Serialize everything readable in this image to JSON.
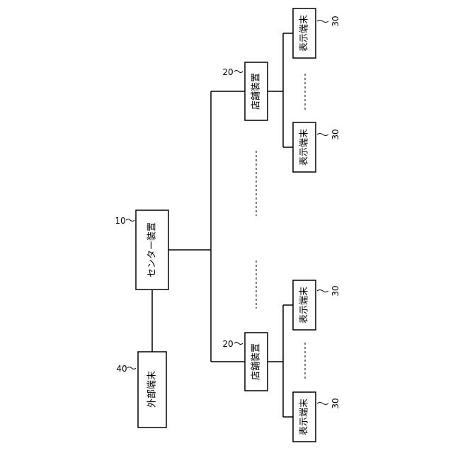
{
  "center": {
    "label": "センター装置",
    "ref": "10"
  },
  "external": {
    "label": "外部端末",
    "ref": "40"
  },
  "stores": [
    {
      "label": "店舗装置",
      "ref": "20"
    },
    {
      "label": "店舗装置",
      "ref": "20"
    }
  ],
  "terminals": [
    {
      "label": "表示端末",
      "ref": "30"
    },
    {
      "label": "表示端末",
      "ref": "30"
    },
    {
      "label": "表示端末",
      "ref": "30"
    },
    {
      "label": "表示端末",
      "ref": "30"
    }
  ]
}
